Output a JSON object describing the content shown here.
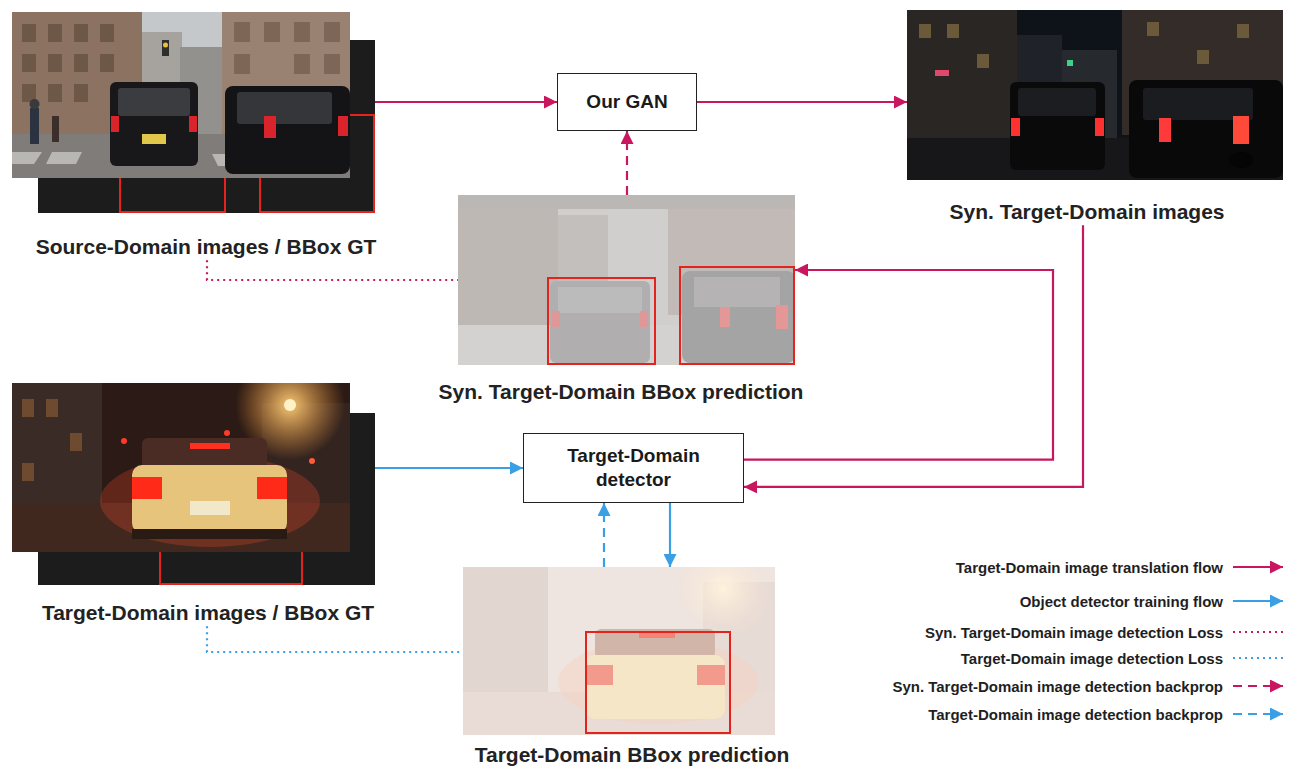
{
  "diagram": {
    "nodes": [
      {
        "text": [
          "Source-Domain images / BBox GT"
        ]
      },
      {
        "text": [
          "Our GAN"
        ]
      },
      {
        "text": [
          "Syn. Target-Domain images"
        ]
      },
      {
        "text": [
          "Syn. Target-Domain BBox prediction"
        ]
      },
      {
        "text": [
          "Target-Domain images / BBox GT"
        ]
      },
      {
        "text": [
          "Target-Domain detector"
        ]
      },
      {
        "text": [
          "Target-Domain BBox prediction"
        ]
      }
    ],
    "edges": [
      {
        "from": 0,
        "to": 1,
        "arrow": "to"
      },
      {
        "from": 1,
        "to": 2,
        "arrow": "to"
      },
      {
        "from": 2,
        "to": 5,
        "arrow": "to"
      },
      {
        "from": 5,
        "to": 3,
        "arrow": "to"
      },
      {
        "from": 3,
        "to": 1,
        "arrow": "to"
      },
      {
        "from": 0,
        "to": 3,
        "arrow": "none"
      },
      {
        "from": 4,
        "to": 5,
        "arrow": "to"
      },
      {
        "from": 5,
        "to": 6,
        "arrow": "to"
      },
      {
        "from": 6,
        "to": 5,
        "arrow": "to"
      },
      {
        "from": 4,
        "to": 6,
        "arrow": "none"
      }
    ],
    "legend": [
      {
        "text": "Target-Domain image translation flow"
      },
      {
        "text": "Object detector training flow"
      },
      {
        "text": "Syn. Target-Domain image detection Loss"
      },
      {
        "text": "Target-Domain image detection Loss"
      },
      {
        "text": "Syn. Target-Domain image detection backprop"
      },
      {
        "text": "Target-Domain image detection backprop"
      }
    ]
  }
}
